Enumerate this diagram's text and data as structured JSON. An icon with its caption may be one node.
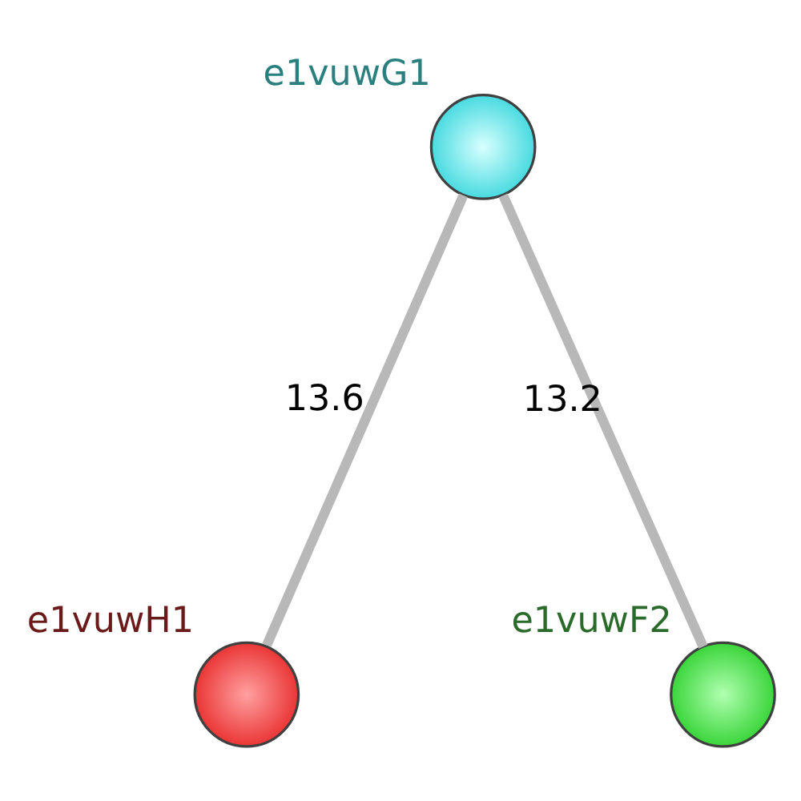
{
  "diagram": {
    "nodes": [
      {
        "text": [],
        "shape": "circle",
        "beside": [
          "e1vuwG1"
        ]
      },
      {
        "text": [],
        "shape": "circle",
        "beside": [
          "e1vuwH1"
        ]
      },
      {
        "text": [],
        "shape": "circle",
        "beside": [
          "e1vuwF2"
        ]
      }
    ],
    "edges": [
      {
        "from": 0,
        "to": 1,
        "arrow": "none",
        "label": "13.6"
      },
      {
        "from": 0,
        "to": 2,
        "arrow": "none",
        "label": "13.2"
      }
    ]
  }
}
